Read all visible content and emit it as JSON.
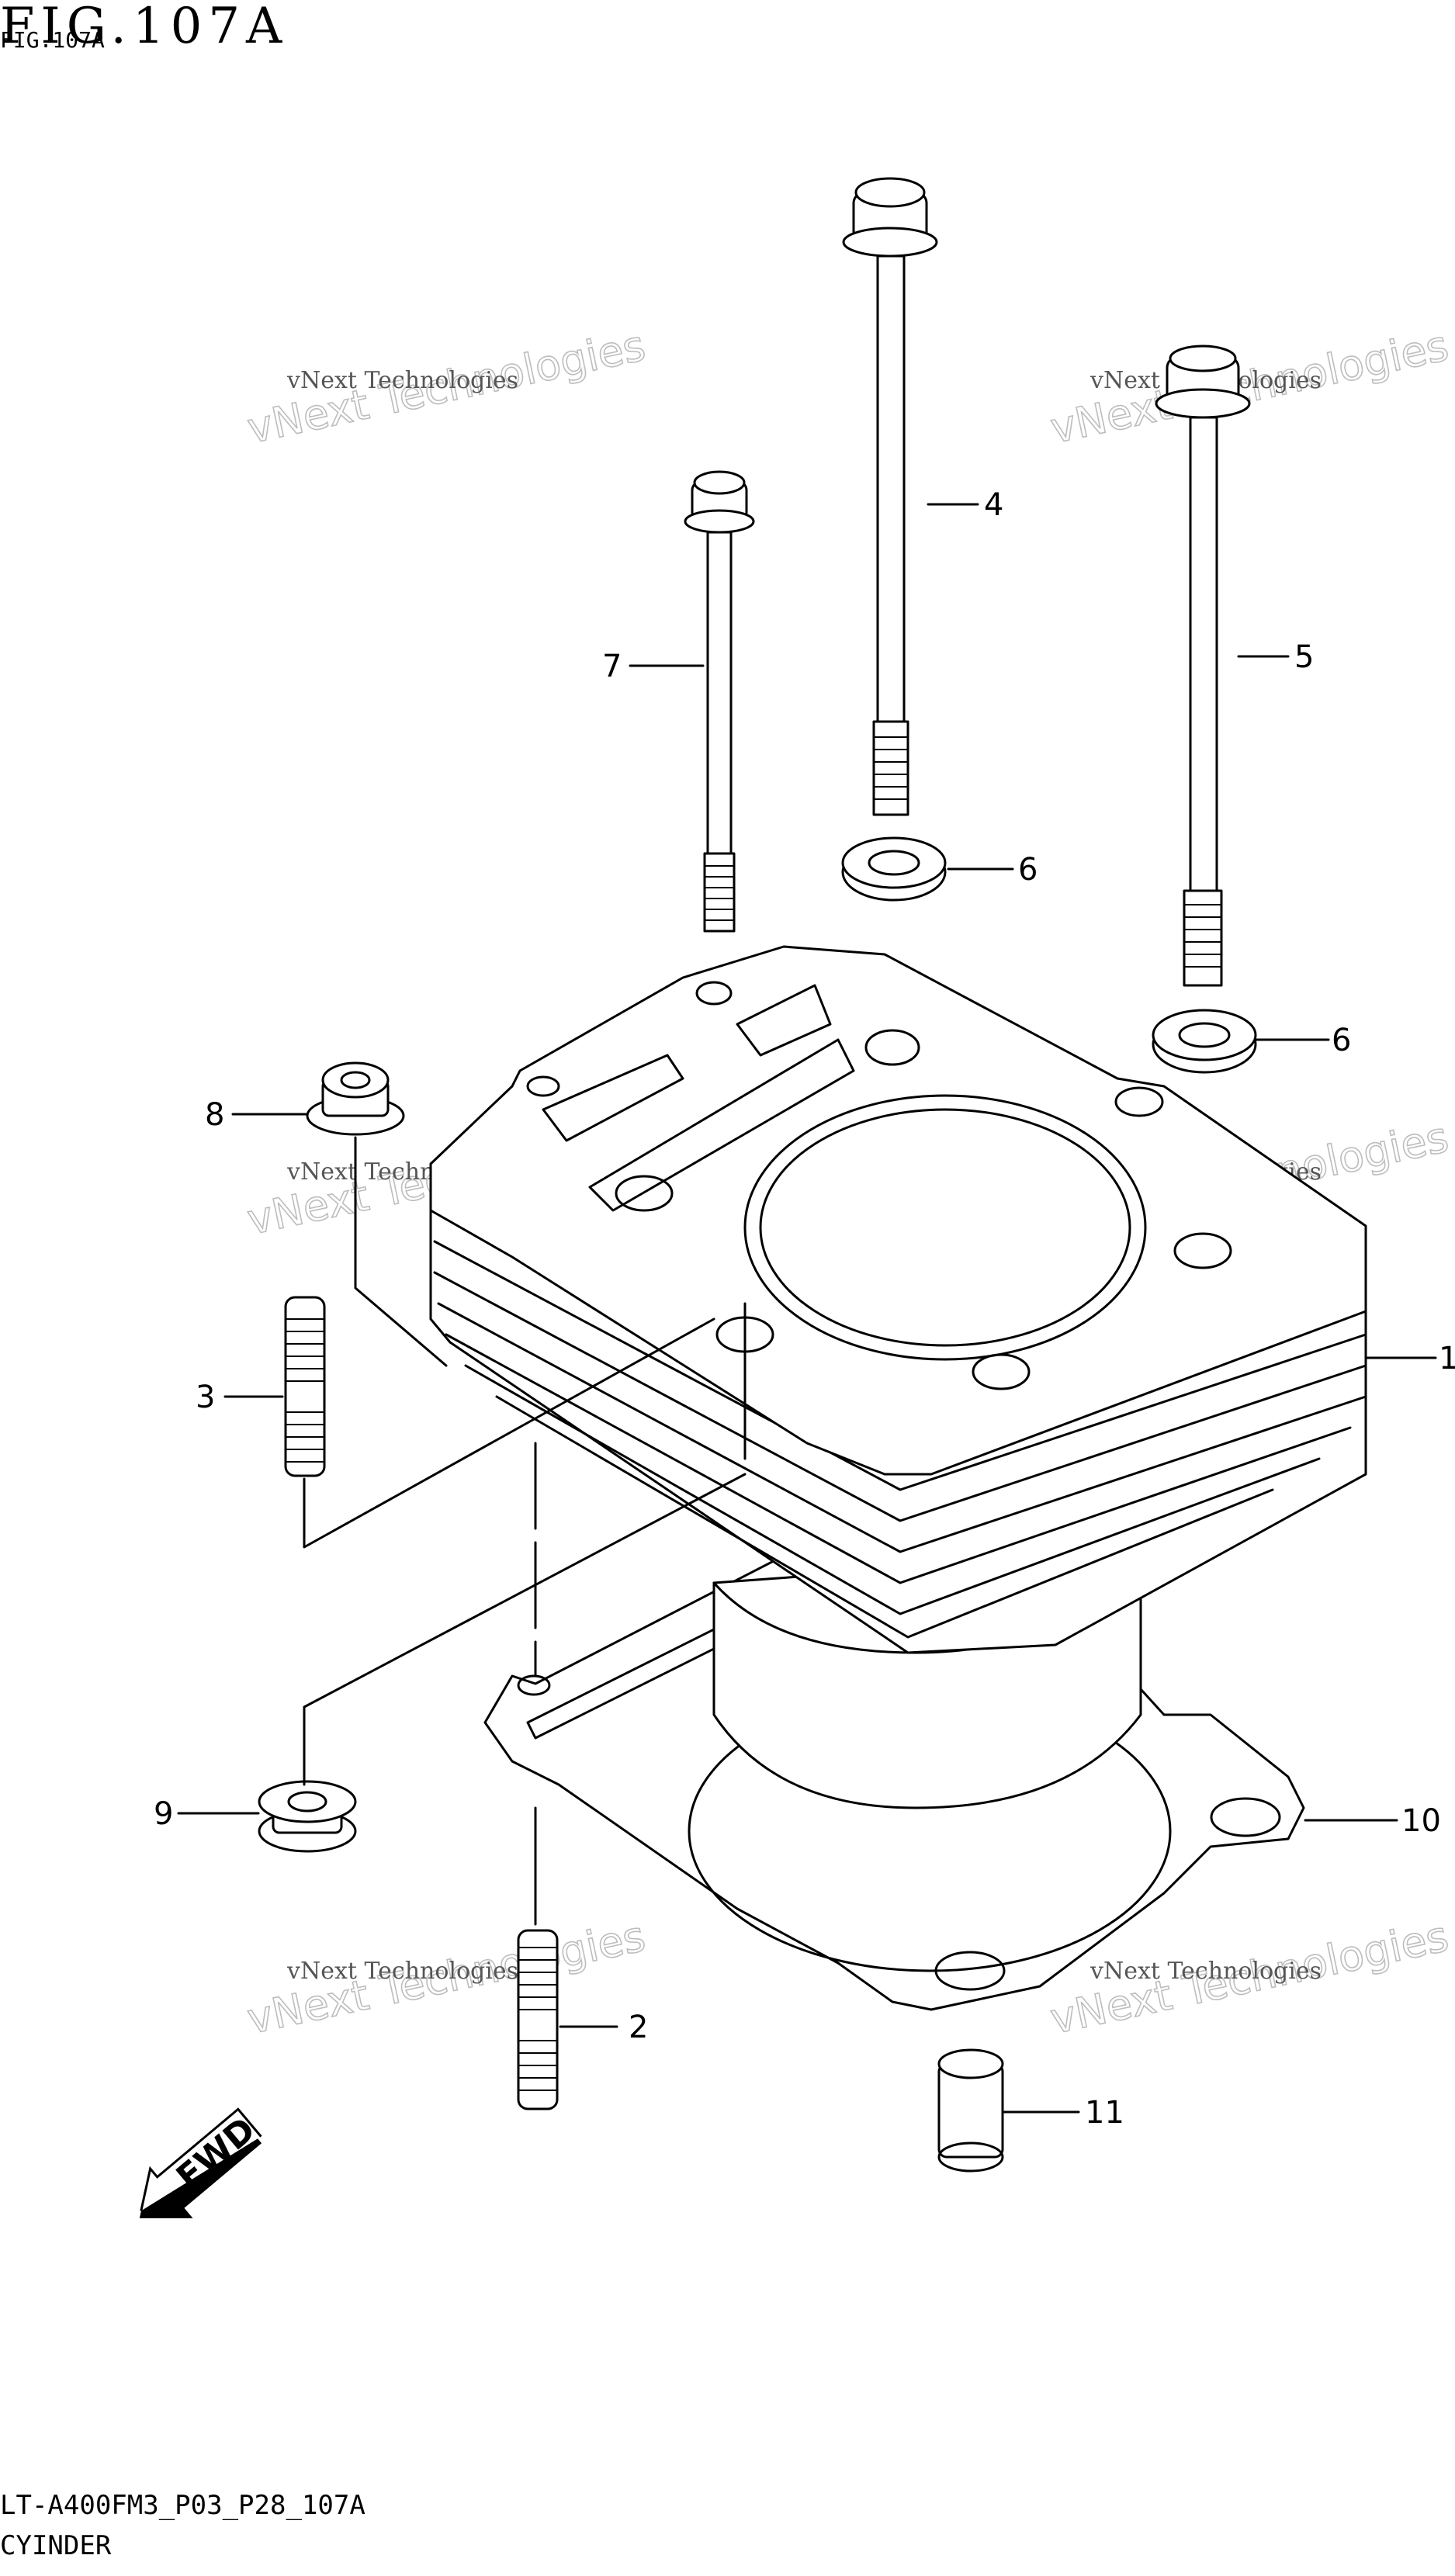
{
  "figure": {
    "title": "FIG.107A",
    "title_small": "FIG.107A",
    "model_code": "LT-A400FM3_P03_P28_107A",
    "section_name": "CYINDER"
  },
  "callouts": [
    {
      "id": "1",
      "label": "1"
    },
    {
      "id": "2",
      "label": "2"
    },
    {
      "id": "3",
      "label": "3"
    },
    {
      "id": "4",
      "label": "4"
    },
    {
      "id": "5",
      "label": "5"
    },
    {
      "id": "6a",
      "label": "6"
    },
    {
      "id": "6b",
      "label": "6"
    },
    {
      "id": "7",
      "label": "7"
    },
    {
      "id": "8",
      "label": "8"
    },
    {
      "id": "9",
      "label": "9"
    },
    {
      "id": "10",
      "label": "10"
    },
    {
      "id": "11",
      "label": "11"
    }
  ],
  "direction_arrow": {
    "label": "FWD",
    "icon": "forward-arrow-icon"
  },
  "watermark": {
    "line1": "vNext Technologies",
    "line2": "vNext Technologies"
  }
}
